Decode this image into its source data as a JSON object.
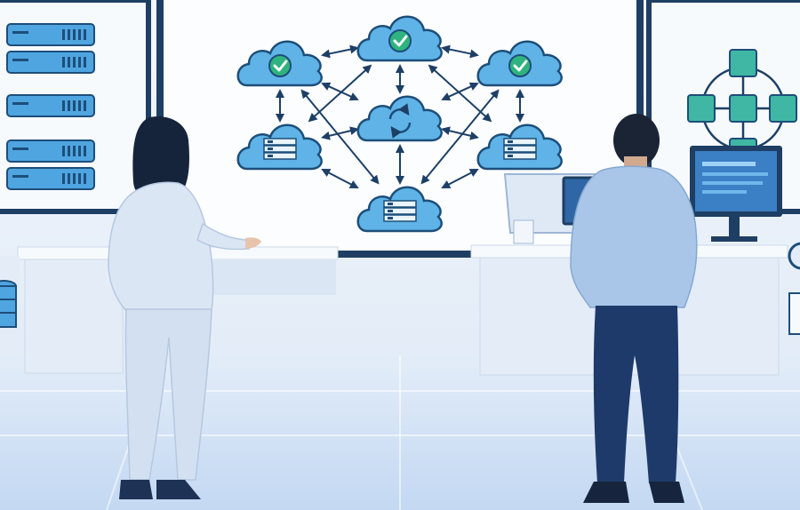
{
  "scene": {
    "description_free": true,
    "colors": {
      "wall": "#eef3fa",
      "floor_light": "#dde9f8",
      "floor_mid": "#c9dcf4",
      "counter": "#e9eff8",
      "screen_frame": "#1f3e63",
      "cloud_fill": "#5fb3e6",
      "cloud_stroke": "#1d4e7a",
      "check_green": "#2fb380",
      "arrow": "#1d3f66",
      "server_bar": "#4fa5e0",
      "teal_node": "#3fb7a4",
      "woman_suit": "#dbe6f5",
      "woman_hair": "#15243b",
      "man_jacket": "#a9c6e8",
      "man_trousers": "#1e3a6a",
      "man_hair": "#1b2434"
    },
    "network": {
      "clouds": [
        {
          "id": "top-center",
          "icon": "check-icon"
        },
        {
          "id": "top-left",
          "icon": "check-icon"
        },
        {
          "id": "top-right",
          "icon": "check-icon"
        },
        {
          "id": "center",
          "icon": "sync-icon"
        },
        {
          "id": "mid-left",
          "icon": "server-icon"
        },
        {
          "id": "mid-right",
          "icon": "server-icon"
        },
        {
          "id": "bottom",
          "icon": "server-icon"
        }
      ],
      "links": [
        [
          "top-left",
          "top-center"
        ],
        [
          "top-center",
          "top-right"
        ],
        [
          "top-left",
          "mid-left"
        ],
        [
          "top-right",
          "mid-right"
        ],
        [
          "top-center",
          "center"
        ],
        [
          "center",
          "bottom"
        ],
        [
          "mid-left",
          "center"
        ],
        [
          "mid-right",
          "center"
        ],
        [
          "top-left",
          "center"
        ],
        [
          "top-right",
          "center"
        ],
        [
          "top-left",
          "bottom"
        ],
        [
          "top-right",
          "bottom"
        ],
        [
          "mid-left",
          "bottom"
        ],
        [
          "mid-right",
          "bottom"
        ],
        [
          "top-center",
          "mid-left"
        ],
        [
          "top-center",
          "mid-right"
        ]
      ]
    }
  }
}
